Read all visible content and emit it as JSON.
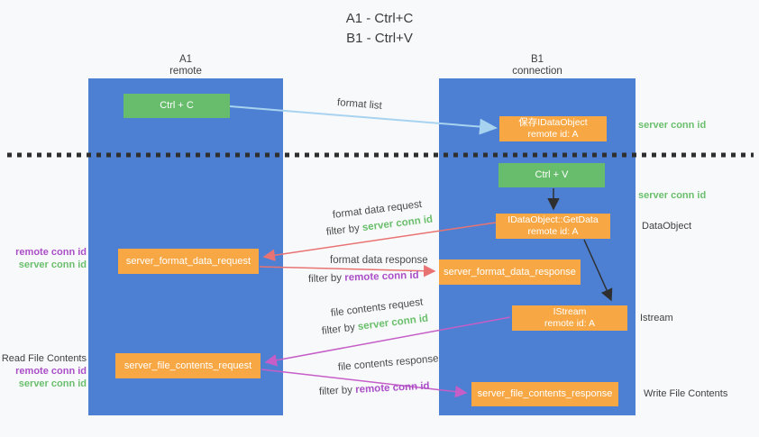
{
  "title": {
    "line1": "A1 - Ctrl+C",
    "line2": "B1 - Ctrl+V"
  },
  "lanes": {
    "a": {
      "name": "A1",
      "subtitle": "remote"
    },
    "b": {
      "name": "B1",
      "subtitle": "connection"
    }
  },
  "nodes": {
    "ctrl_c": "Ctrl + C",
    "ctrl_v": "Ctrl + V",
    "save_dataobject": {
      "line1": "保存IDataObject",
      "line2": "remote id: A"
    },
    "getdata": {
      "line1": "IDataObject::GetData",
      "line2": "remote id: A"
    },
    "istream": {
      "line1": "IStream",
      "line2": "remote id: A"
    },
    "format_request": "server_format_data_request",
    "format_response": "server_format_data_response",
    "file_request": "server_file_contents_request",
    "file_response": "server_file_contents_response"
  },
  "arrow_labels": {
    "format_list": "format list",
    "format_data_request": "format data request",
    "format_data_response": "format data response",
    "file_contents_request": "file contents request",
    "file_contents_response": "file contents response",
    "filter_by": "filter by ",
    "server_conn_id": "server conn id",
    "remote_conn_id": "remote conn id"
  },
  "side_labels": {
    "server_conn_id_top": "server conn id",
    "server_conn_id_middle": "server conn id",
    "dataobject": "DataObject",
    "istream": "Istream",
    "write_file_contents": "Write File Contents",
    "read_file_contents": "Read File Contents",
    "remote_conn_id": "remote conn id",
    "server_conn_id": "server conn id"
  },
  "colors": {
    "background": "#f8f9fa",
    "lane_blue": "#4d80d2",
    "node_green": "#68bd6c",
    "node_orange": "#f7a845",
    "arrow_light_blue": "#a8d3f0",
    "arrow_red": "#e97373",
    "arrow_magenta": "#c55ec7",
    "arrow_black": "#2f2f2f",
    "text_green": "#6abf6d",
    "text_purple": "#ab4fc8",
    "text_dark": "#3f3f3f"
  }
}
